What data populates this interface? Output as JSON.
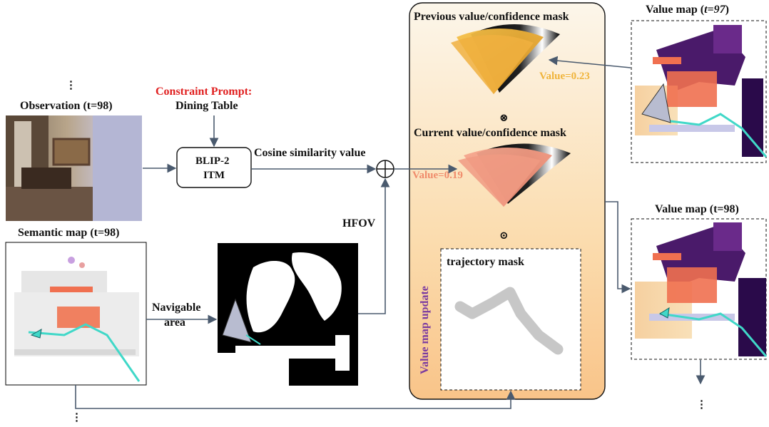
{
  "observation": {
    "dots": "⋮",
    "label": "Observation (t=98)"
  },
  "constraint_prompt": {
    "title": "Constraint Prompt:",
    "text": "Dining Table"
  },
  "blip_box": {
    "line1": "BLIP-2",
    "line2": "ITM"
  },
  "cosine_label": "Cosine similarity value",
  "hfov_label": "HFOV",
  "semantic_map_label": "Semantic map (t=98)",
  "navigable_label": {
    "line1": "Navigable",
    "line2": "area"
  },
  "update_panel": {
    "prev_label": "Previous value/confidence mask",
    "prev_value": "Value=0.23",
    "otimes": "⊗",
    "curr_label": "Current value/confidence mask",
    "curr_value": "Value=0.19",
    "odot": "⊙",
    "trajectory_label": "trajectory mask",
    "vertical_label": "Value map update"
  },
  "value_map_prev": {
    "label_prefix": "Value map (",
    "label_var": "t=97",
    "label_suffix": ")"
  },
  "value_map_curr": {
    "label": "Value map (t=98)"
  },
  "bottom_dots_left": "⋮",
  "bottom_dots_right": "⋮",
  "colors": {
    "arrow": "#4a5a6e",
    "panel_top": "#fbf4e6",
    "panel_bottom": "#f9c98a",
    "prev_mask": "#e8a530",
    "curr_mask": "#f09a82",
    "path": "#40d8c8",
    "red_text": "#e02020",
    "purple_text": "#7a3aa0"
  }
}
